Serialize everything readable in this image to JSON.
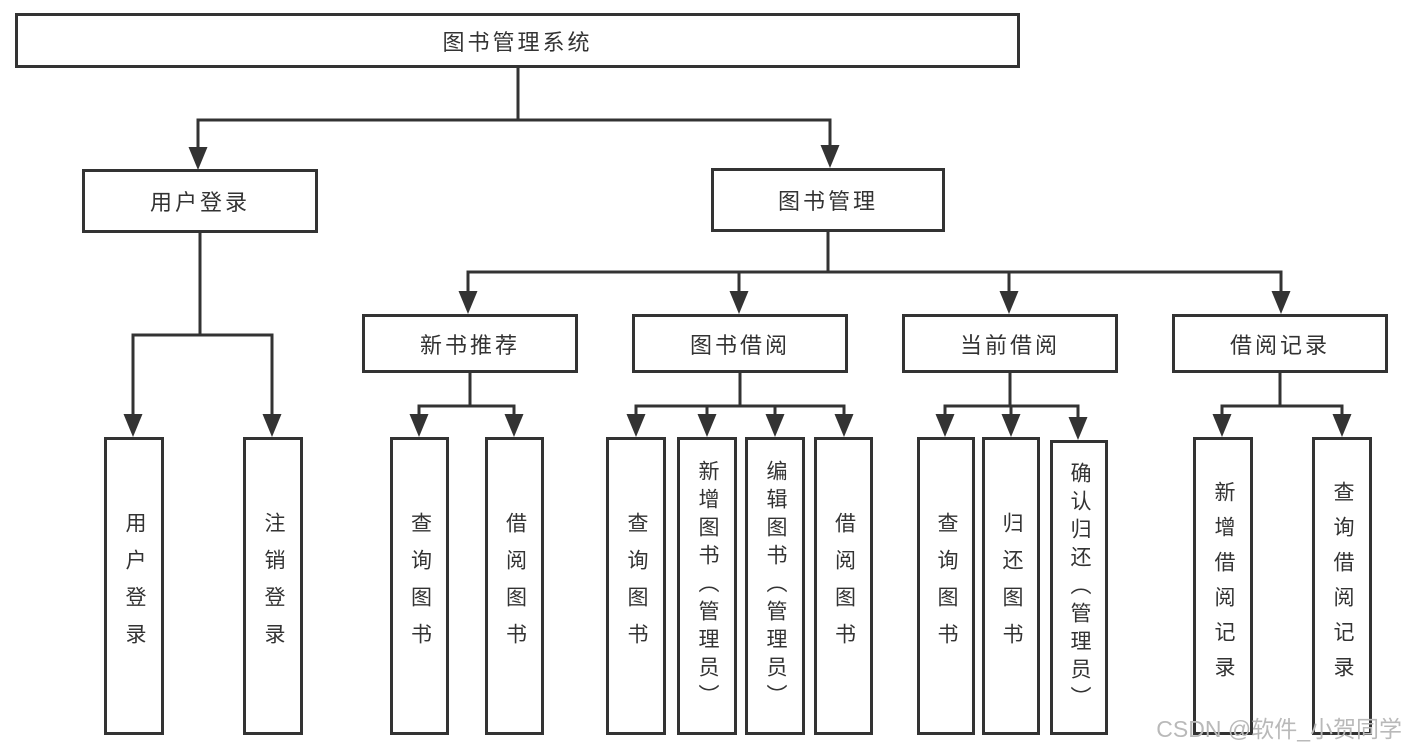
{
  "diagram": {
    "title": "图书管理系统",
    "level2": [
      "用户登录",
      "图书管理"
    ],
    "level3": [
      "新书推荐",
      "图书借阅",
      "当前借阅",
      "借阅记录"
    ],
    "leaves": {
      "user_login": [
        "用户登录",
        "注销登录"
      ],
      "new_book_recommend": [
        "查询图书",
        "借阅图书"
      ],
      "book_borrow": [
        "查询图书",
        "新增图书（管理员）",
        "编辑图书（管理员）",
        "借阅图书"
      ],
      "current_borrow": [
        "查询图书",
        "归还图书",
        "确认归还（管理员）"
      ],
      "borrow_records": [
        "新增借阅记录",
        "查询借阅记录"
      ]
    }
  },
  "watermark": "CSDN @软件_小贺同学",
  "colors": {
    "line": "#333333",
    "text": "#333333",
    "background": "#ffffff",
    "watermark": "#b9b9b9"
  }
}
